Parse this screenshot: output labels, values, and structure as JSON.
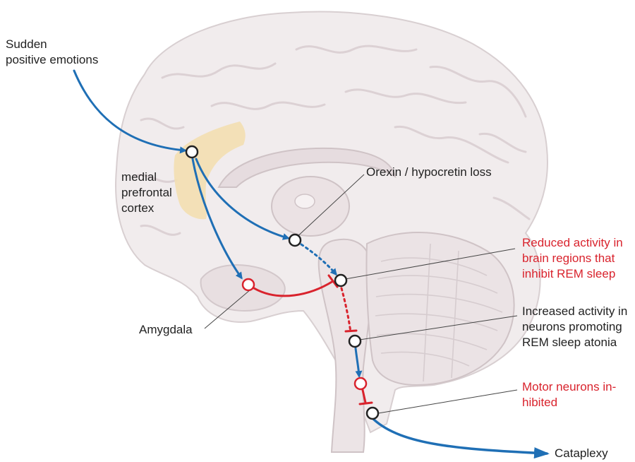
{
  "labels": {
    "trigger": [
      "Sudden",
      "positive emotions"
    ],
    "mpfc": [
      "medial",
      "prefrontal",
      "cortex"
    ],
    "orexin": "Orexin / hypocretin loss",
    "reduced": [
      "Reduced activity in",
      "brain regions that",
      "inhibit REM sleep"
    ],
    "increased": [
      "Increased activity in",
      "neurons promoting",
      "REM sleep atonia"
    ],
    "amygdala": "Amygdala",
    "motor": [
      "Motor neurons in-",
      "hibited"
    ],
    "outcome": "Cataplexy"
  },
  "colors": {
    "excitatory": "#1f6fb5",
    "inhibitory": "#d9232d",
    "inhibitory_text": "#d9232d",
    "brain_fill": "#f1eced",
    "brain_shade": "#e3dadc",
    "mpfc_highlight": "#f3dfb0",
    "text": "#222222"
  }
}
